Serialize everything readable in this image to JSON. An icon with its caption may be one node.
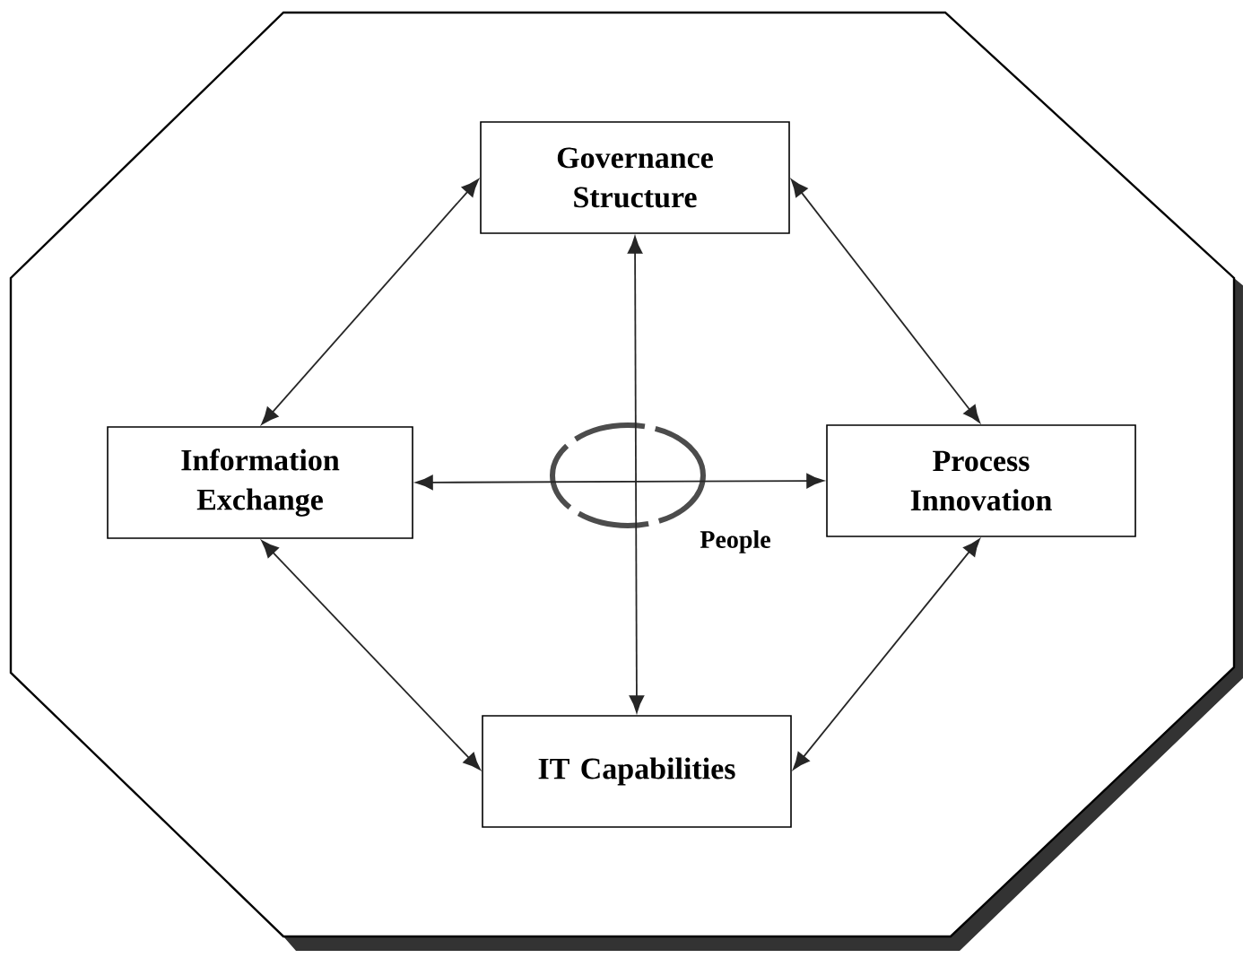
{
  "diagram": {
    "nodes": [
      {
        "text": [
          "Governance Structure"
        ]
      },
      {
        "text": [
          "Information Exchange"
        ]
      },
      {
        "text": [
          "Process Innovation"
        ]
      },
      {
        "text": [
          "IT Capabilities"
        ]
      }
    ],
    "edges": [
      {
        "from": 0,
        "to": 1,
        "arrow": "both"
      },
      {
        "from": 0,
        "to": 2,
        "arrow": "both"
      },
      {
        "from": 0,
        "to": 3,
        "arrow": "both"
      },
      {
        "from": 1,
        "to": 2,
        "arrow": "both"
      },
      {
        "from": 1,
        "to": 3,
        "arrow": "both"
      },
      {
        "from": 2,
        "to": 3,
        "arrow": "both"
      }
    ],
    "labels": [
      "People"
    ]
  }
}
